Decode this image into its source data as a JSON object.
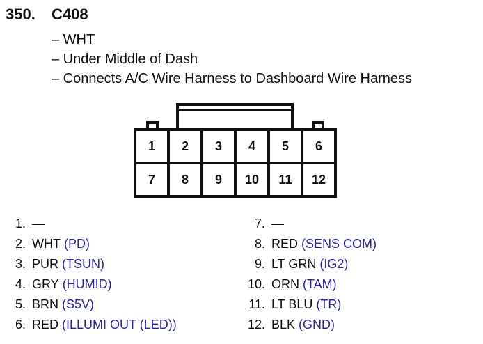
{
  "header": {
    "number": "350.",
    "name": "C408"
  },
  "details": [
    "– WHT",
    "– Under Middle of Dash",
    "– Connects A/C Wire Harness to Dashboard Wire Harness"
  ],
  "connector": {
    "top_row": [
      "1",
      "2",
      "3",
      "4",
      "5",
      "6"
    ],
    "bottom_row": [
      "7",
      "8",
      "9",
      "10",
      "11",
      "12"
    ]
  },
  "pins_left": [
    {
      "num": "1.",
      "color": "—",
      "signal": ""
    },
    {
      "num": "2.",
      "color": "WHT",
      "signal": "(PD)"
    },
    {
      "num": "3.",
      "color": "PUR",
      "signal": "(TSUN)"
    },
    {
      "num": "4.",
      "color": "GRY",
      "signal": "(HUMID)"
    },
    {
      "num": "5.",
      "color": "BRN",
      "signal": "(S5V)"
    },
    {
      "num": "6.",
      "color": "RED",
      "signal": "(ILLUMI OUT (LED))"
    }
  ],
  "pins_right": [
    {
      "num": "7.",
      "color": "—",
      "signal": ""
    },
    {
      "num": "8.",
      "color": "RED",
      "signal": "(SENS COM)"
    },
    {
      "num": "9.",
      "color": "LT GRN",
      "signal": "(IG2)"
    },
    {
      "num": "10.",
      "color": "ORN",
      "signal": "(TAM)"
    },
    {
      "num": "11.",
      "color": "LT BLU",
      "signal": "(TR)"
    },
    {
      "num": "12.",
      "color": "BLK",
      "signal": "(GND)"
    }
  ],
  "colors": {
    "text": "#111111",
    "signal": "#2424b4"
  }
}
